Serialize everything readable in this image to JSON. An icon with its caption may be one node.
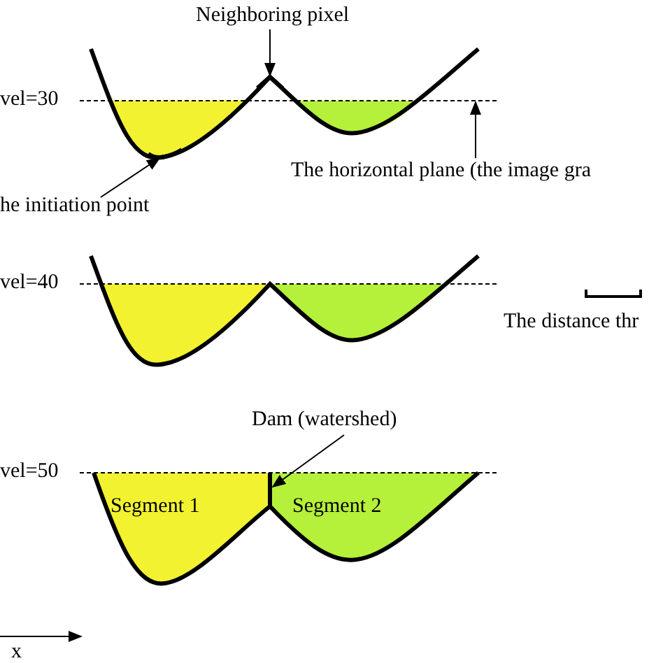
{
  "diagram": {
    "nodes": [
      {
        "text": [
          "Neighboring pixel"
        ]
      },
      {
        "text": [
          "The horizontal plane (the image gra"
        ]
      },
      {
        "text": [
          "he initiation point"
        ]
      },
      {
        "text": [
          "Dam (watershed)"
        ]
      },
      {
        "text": [
          "Segment 1"
        ]
      },
      {
        "text": [
          "Segment 2"
        ]
      },
      {
        "text": [],
        "shape": "point"
      },
      {
        "text": [],
        "shape": "line"
      },
      {
        "text": [],
        "shape": "point"
      },
      {
        "text": [],
        "shape": "line"
      }
    ],
    "edges": [
      {
        "from": 0,
        "to": 6,
        "arrow": "to"
      },
      {
        "from": 1,
        "to": 7,
        "arrow": "to"
      },
      {
        "from": 2,
        "to": 8,
        "arrow": "to"
      },
      {
        "from": 3,
        "to": 9,
        "arrow": "to"
      }
    ],
    "labels": [
      "vel=30",
      "vel=40",
      "The distance thr",
      "vel=50",
      "x"
    ]
  }
}
